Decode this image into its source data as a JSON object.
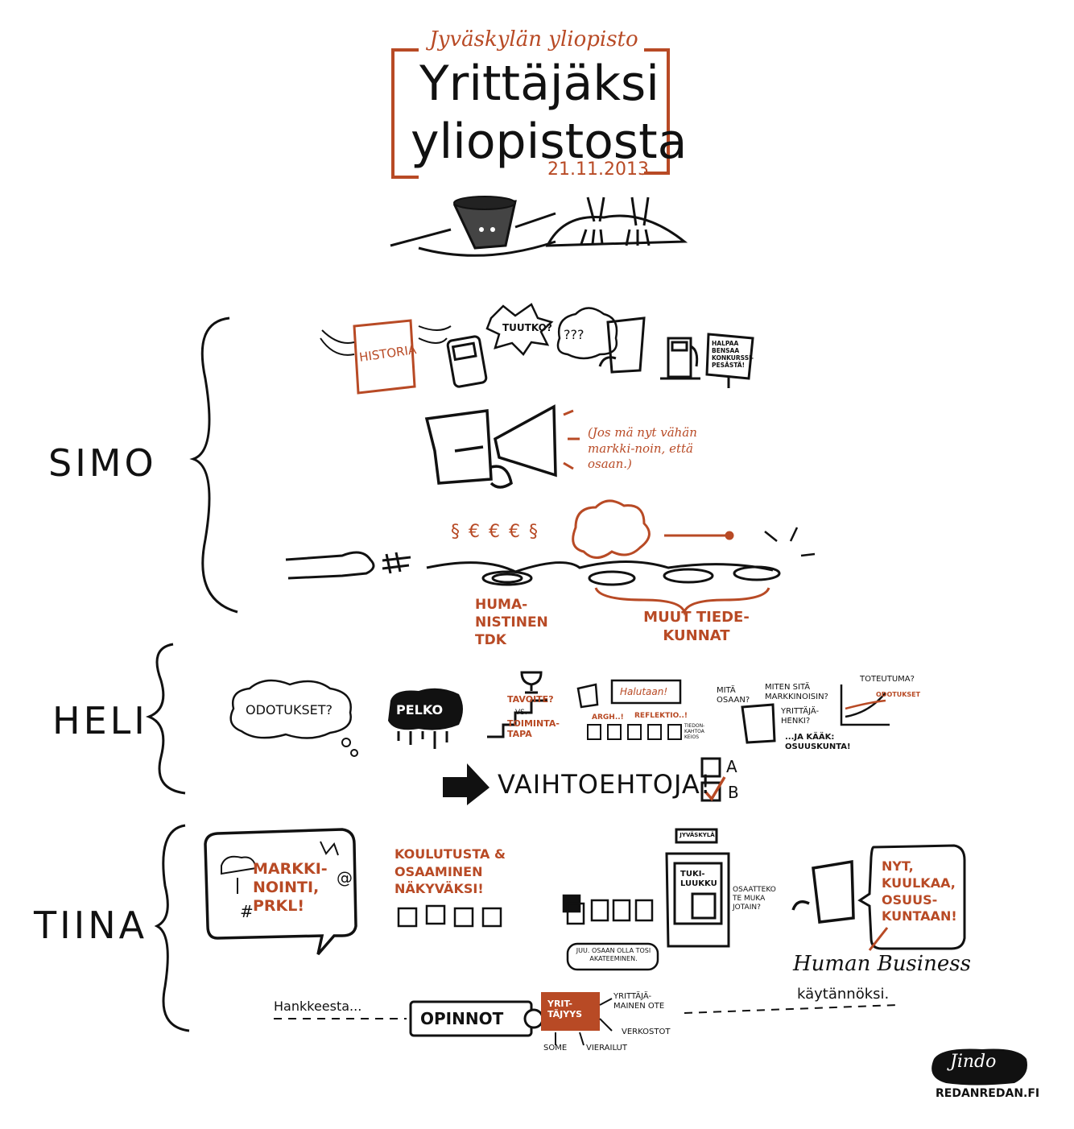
{
  "header": {
    "university": "Jyväskylän yliopisto",
    "title_line1": "Yrittäjäksi",
    "title_line2": "yliopistosta",
    "date": "21.11.2013"
  },
  "sections": {
    "simo": "SIMO",
    "heli": "HELI",
    "tiina": "TIINA"
  },
  "simo": {
    "book": "HISTORIA",
    "speech": "TUUTKO?",
    "thought": "???",
    "sign": "HALPAA BENSAA KONKURSSI-PESÄSTÄ!",
    "aside": "(Jos mä nyt vähän markki-noin, että osaan.)",
    "faculty_label": "HUMA-NISTINEN TDK",
    "other_label": "MUUT TIEDE-KUNNAT"
  },
  "heli": {
    "expect": "ODOTUKSET?",
    "fear": "PELKO",
    "goal": "TAVOITE?",
    "vs": "VS.",
    "method": "TOIMINTA-TAPA",
    "board": "Halutaan!",
    "argh": "ARGH..!",
    "reflect": "REFLEKTIO..!",
    "dept": "TIEDON-KAHTOA KEIOS",
    "what_know": "MITÄ OSAAN?",
    "how_market": "MITEN SITÄ MARKKINOISIN?",
    "entre_spirit": "YRITTÄJÄ-HENKI?",
    "coop": "...JA KÄÄK: OSUUSKUNTA!",
    "realization": "TOTEUTUMA?",
    "expectations_small": "ODOTUKSET",
    "alternatives": "VAIHTOEHTOJA!",
    "option_a": "A",
    "option_b": "B"
  },
  "tiina": {
    "marketing": "MARKKI-NOINTI, PRKL!",
    "hash": "#",
    "at": "@",
    "education": "KOULUTUSTA & OSAAMINEN NÄKYVÄKSI!",
    "city_sign": "JYVÄSKYLÄ",
    "help_desk": "TUKI-LUUKKU",
    "question": "OSAATTEKO TE MUKA JOTAIN?",
    "academic": "JUU. OSAAN OLLA TOSI AKATEEMINEN.",
    "cheer": "NYT, KUULKAA, OSUUS-KUNTAAN!",
    "brand": "Human Business"
  },
  "path": {
    "from_project": "Hankkeesta...",
    "studies": "OPINNOT",
    "entrepreneurship": "YRIT-TÄJYYS",
    "entre_attitude": "YRITTÄJÄ-MAINEN OTE",
    "networks": "VERKOSTOT",
    "visits": "VIERAILUT",
    "some": "SOME",
    "to_practice": "käytännöksi."
  },
  "signature": {
    "name": "Jindo",
    "site": "REDANREDAN.FI"
  },
  "colors": {
    "accent": "#b84a25",
    "ink": "#111111"
  }
}
